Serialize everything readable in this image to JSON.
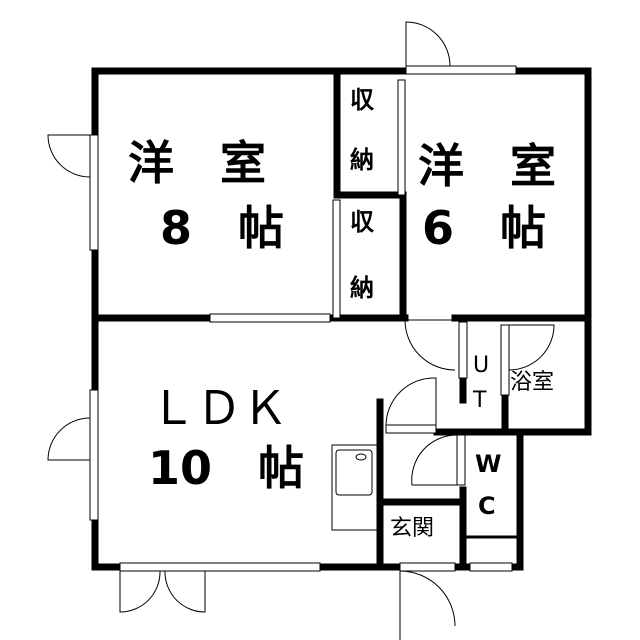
{
  "rooms": {
    "western_8": {
      "name": "洋　室",
      "size": "8　帖"
    },
    "western_6": {
      "name": "洋　室",
      "size": "6　帖"
    },
    "closet_upper": {
      "line1": "収",
      "line2": "納"
    },
    "closet_lower": {
      "line1": "収",
      "line2": "納"
    },
    "ldk": {
      "name": "ＬＤＫ",
      "size": "10　帖"
    },
    "utility": {
      "line1": "U",
      "line2": "T"
    },
    "bath": {
      "name": "浴室"
    },
    "toilet": {
      "line1": "W",
      "line2": "C"
    },
    "entrance": {
      "name": "玄関"
    }
  },
  "colors": {
    "wall": "#000000",
    "background": "#ffffff"
  }
}
